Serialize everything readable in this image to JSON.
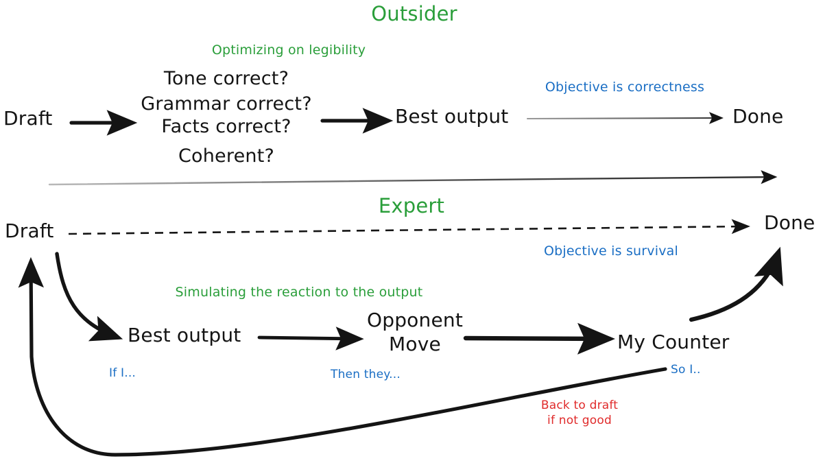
{
  "diagram": {
    "title_top": "Outsider",
    "title_bottom": "Expert",
    "background_color": "#ffffff",
    "colors": {
      "ink": "#141414",
      "green": "#2a9e3a",
      "blue": "#1a6ec4",
      "red": "#e02b2b",
      "gray_arrow": "#555555"
    }
  },
  "outsider": {
    "heading": "Outsider",
    "process_label": "Optimizing on legibility",
    "start_node": "Draft",
    "checklist": [
      "Tone correct?",
      "Grammar correct?",
      "Facts correct?",
      "Coherent?"
    ],
    "output_node": "Best output",
    "end_node": "Done",
    "objective_label": "Objective is correctness"
  },
  "expert": {
    "heading": "Expert",
    "process_label": "Simulating the reaction to the output",
    "start_node": "Draft",
    "end_node": "Done",
    "objective_label": "Objective is survival",
    "output_node": "Best output",
    "opponent_node_line1": "Opponent",
    "opponent_node_line2": "Move",
    "counter_node": "My Counter",
    "step_labels": {
      "if_i": "If I...",
      "then_they": "Then they...",
      "so_i": "So I.."
    },
    "loop_label_line1": "Back to draft",
    "loop_label_line2": "if not good"
  }
}
